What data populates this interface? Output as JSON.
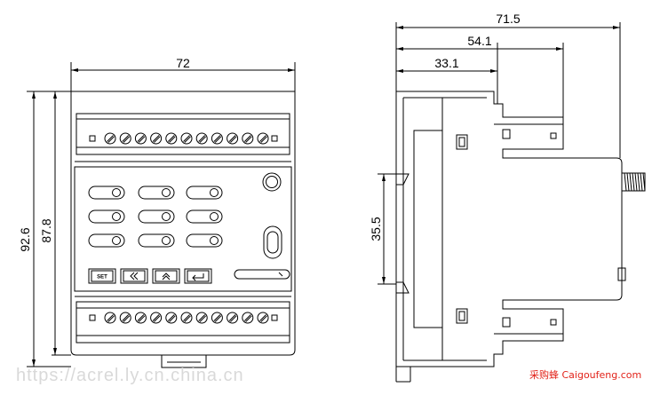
{
  "dimensions": {
    "front_width": "72",
    "front_height_total": "92.6",
    "front_height_body": "87.8",
    "side_depth_total": "71.5",
    "side_depth_mid": "54.1",
    "side_depth_front": "33.1",
    "rail_height": "35.5"
  },
  "panel": {
    "set_key": "SET",
    "back_key_icon": "double-chevron-left-icon",
    "up_key_icon": "double-chevron-up-icon",
    "enter_key_icon": "enter-arrow-icon"
  },
  "watermarks": {
    "left": "https://acrel.ly.cn.china.cn",
    "right": "采购蜂 Caigoufeng.com"
  },
  "colors": {
    "line": "#000000",
    "watermark_left": "#d9d9d9",
    "watermark_right": "#e2231a"
  }
}
